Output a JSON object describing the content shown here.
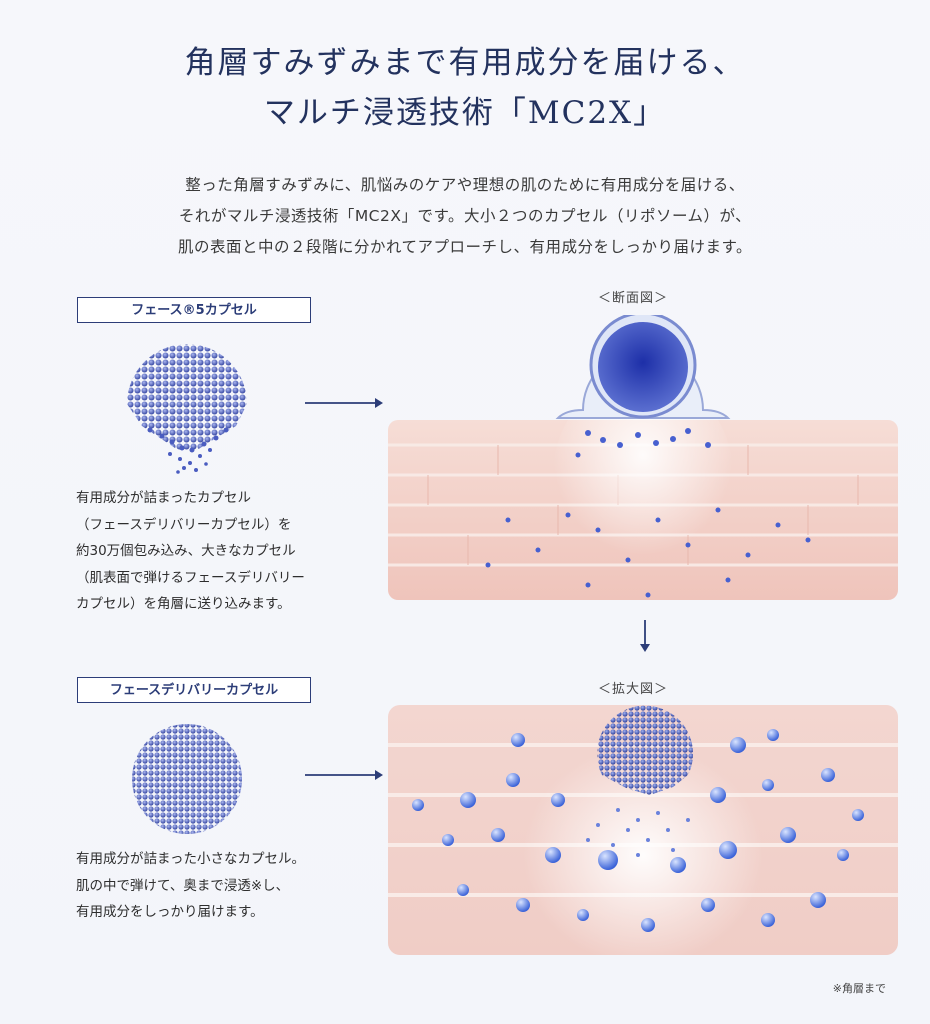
{
  "title": {
    "line1": "角層すみずみまで有用成分を届ける、",
    "line2": "マルチ浸透技術「MC2X」"
  },
  "intro": {
    "line1": "整った角層すみずみに、肌悩みのケアや理想の肌のために有用成分を届ける、",
    "line2": "それがマルチ浸透技術「MC2X」です。大小２つのカプセル（リポソーム）が、",
    "line3": "肌の表面と中の２段階に分かれてアプローチし、有用成分をしっかり届けます。"
  },
  "section1": {
    "label": "フェース®5カプセル",
    "desc": [
      "有用成分が詰まったカプセル",
      "（フェースデリバリーカプセル）を",
      "約30万個包み込み、大きなカプセル",
      "（肌表面で弾けるフェースデリバリー",
      "カプセル）を角層に送り込みます。"
    ],
    "caption": "＜断面図＞"
  },
  "section2": {
    "label": "フェースデリバリーカプセル",
    "desc": [
      "有用成分が詰まった小さなカプセル。",
      "肌の中で弾けて、奥まで浸透※し、",
      "有用成分をしっかり届けます。"
    ],
    "caption": "＜拡大図＞"
  },
  "footnote": "※角層まで",
  "colors": {
    "navy": "#23325e",
    "capsule_blue": "#3b4fb8",
    "skin_pink": "#f1c9c2"
  }
}
